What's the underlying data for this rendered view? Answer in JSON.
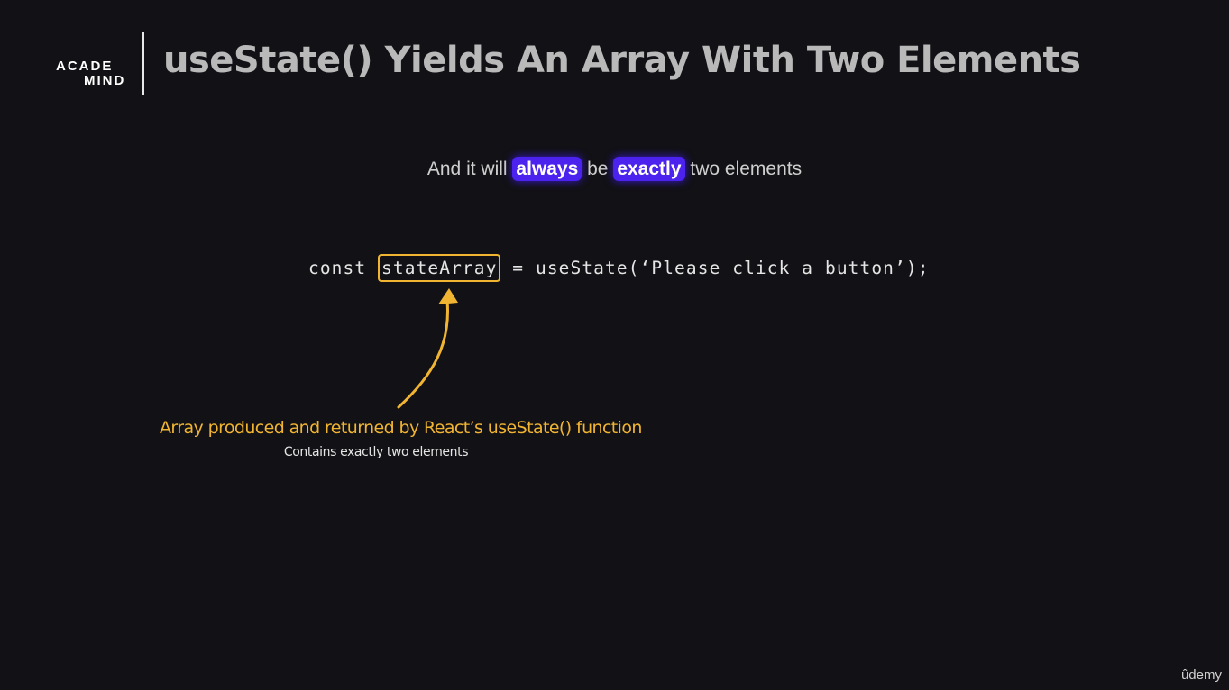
{
  "logo": {
    "line1": "ACADE",
    "line2": "MIND",
    "icon": "book-icon",
    "accent": "#f1a12a"
  },
  "title": "useState() Yields An Array With Two Elements",
  "subtitle": {
    "part1": "And it will ",
    "highlight1": "always",
    "part2": " be ",
    "highlight2": "exactly",
    "part3": " two elements",
    "highlight_color": "#4b22ee"
  },
  "code": {
    "prefix": "const ",
    "highlighted": "stateArray",
    "suffix": " = useState(‘Please click a button’);",
    "box_color": "#f1b532"
  },
  "annotation": {
    "main": "Array produced and returned by React’s useState() function",
    "sub": "Contains exactly two elements",
    "color": "#f1b532"
  },
  "watermark": "ûdemy"
}
